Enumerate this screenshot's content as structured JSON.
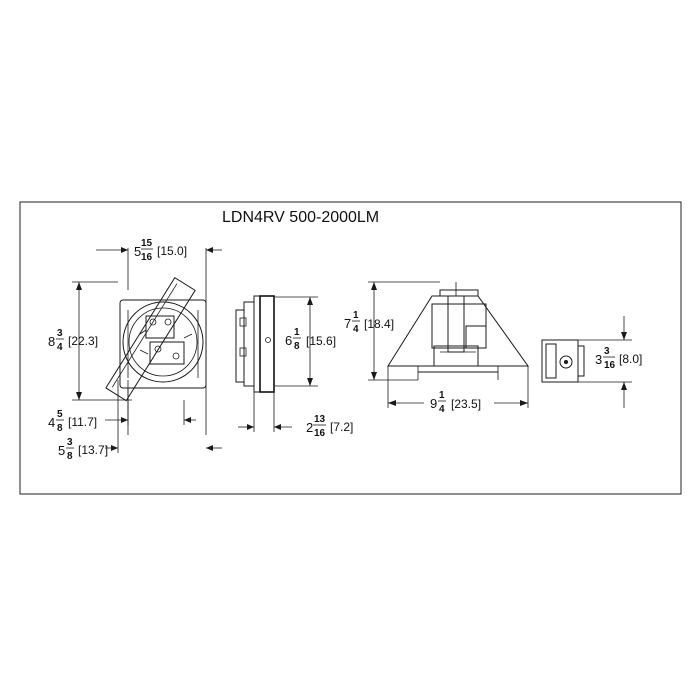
{
  "title": "LDN4RV 500-2000LM",
  "colors": {
    "line": "#1a1a1a",
    "background": "#ffffff"
  },
  "dims": {
    "top_width": {
      "whole": "5",
      "num": "15",
      "den": "16",
      "metric": "[15.0]"
    },
    "height_left": {
      "whole": "8",
      "num": "3",
      "den": "4",
      "metric": "[22.3]"
    },
    "width_a": {
      "whole": "4",
      "num": "5",
      "den": "8",
      "metric": "[11.7]"
    },
    "width_b": {
      "whole": "5",
      "num": "3",
      "den": "8",
      "metric": "[13.7]"
    },
    "side_height": {
      "whole": "6",
      "num": "1",
      "den": "8",
      "metric": "[15.6]"
    },
    "side_depth": {
      "whole": "2",
      "num": "13",
      "den": "16",
      "metric": "[7.2]"
    },
    "trim_height": {
      "whole": "7",
      "num": "1",
      "den": "4",
      "metric": "[18.4]"
    },
    "trim_width": {
      "whole": "9",
      "num": "1",
      "den": "4",
      "metric": "[23.5]"
    },
    "box_height": {
      "whole": "3",
      "num": "3",
      "den": "16",
      "metric": "[8.0]"
    }
  }
}
